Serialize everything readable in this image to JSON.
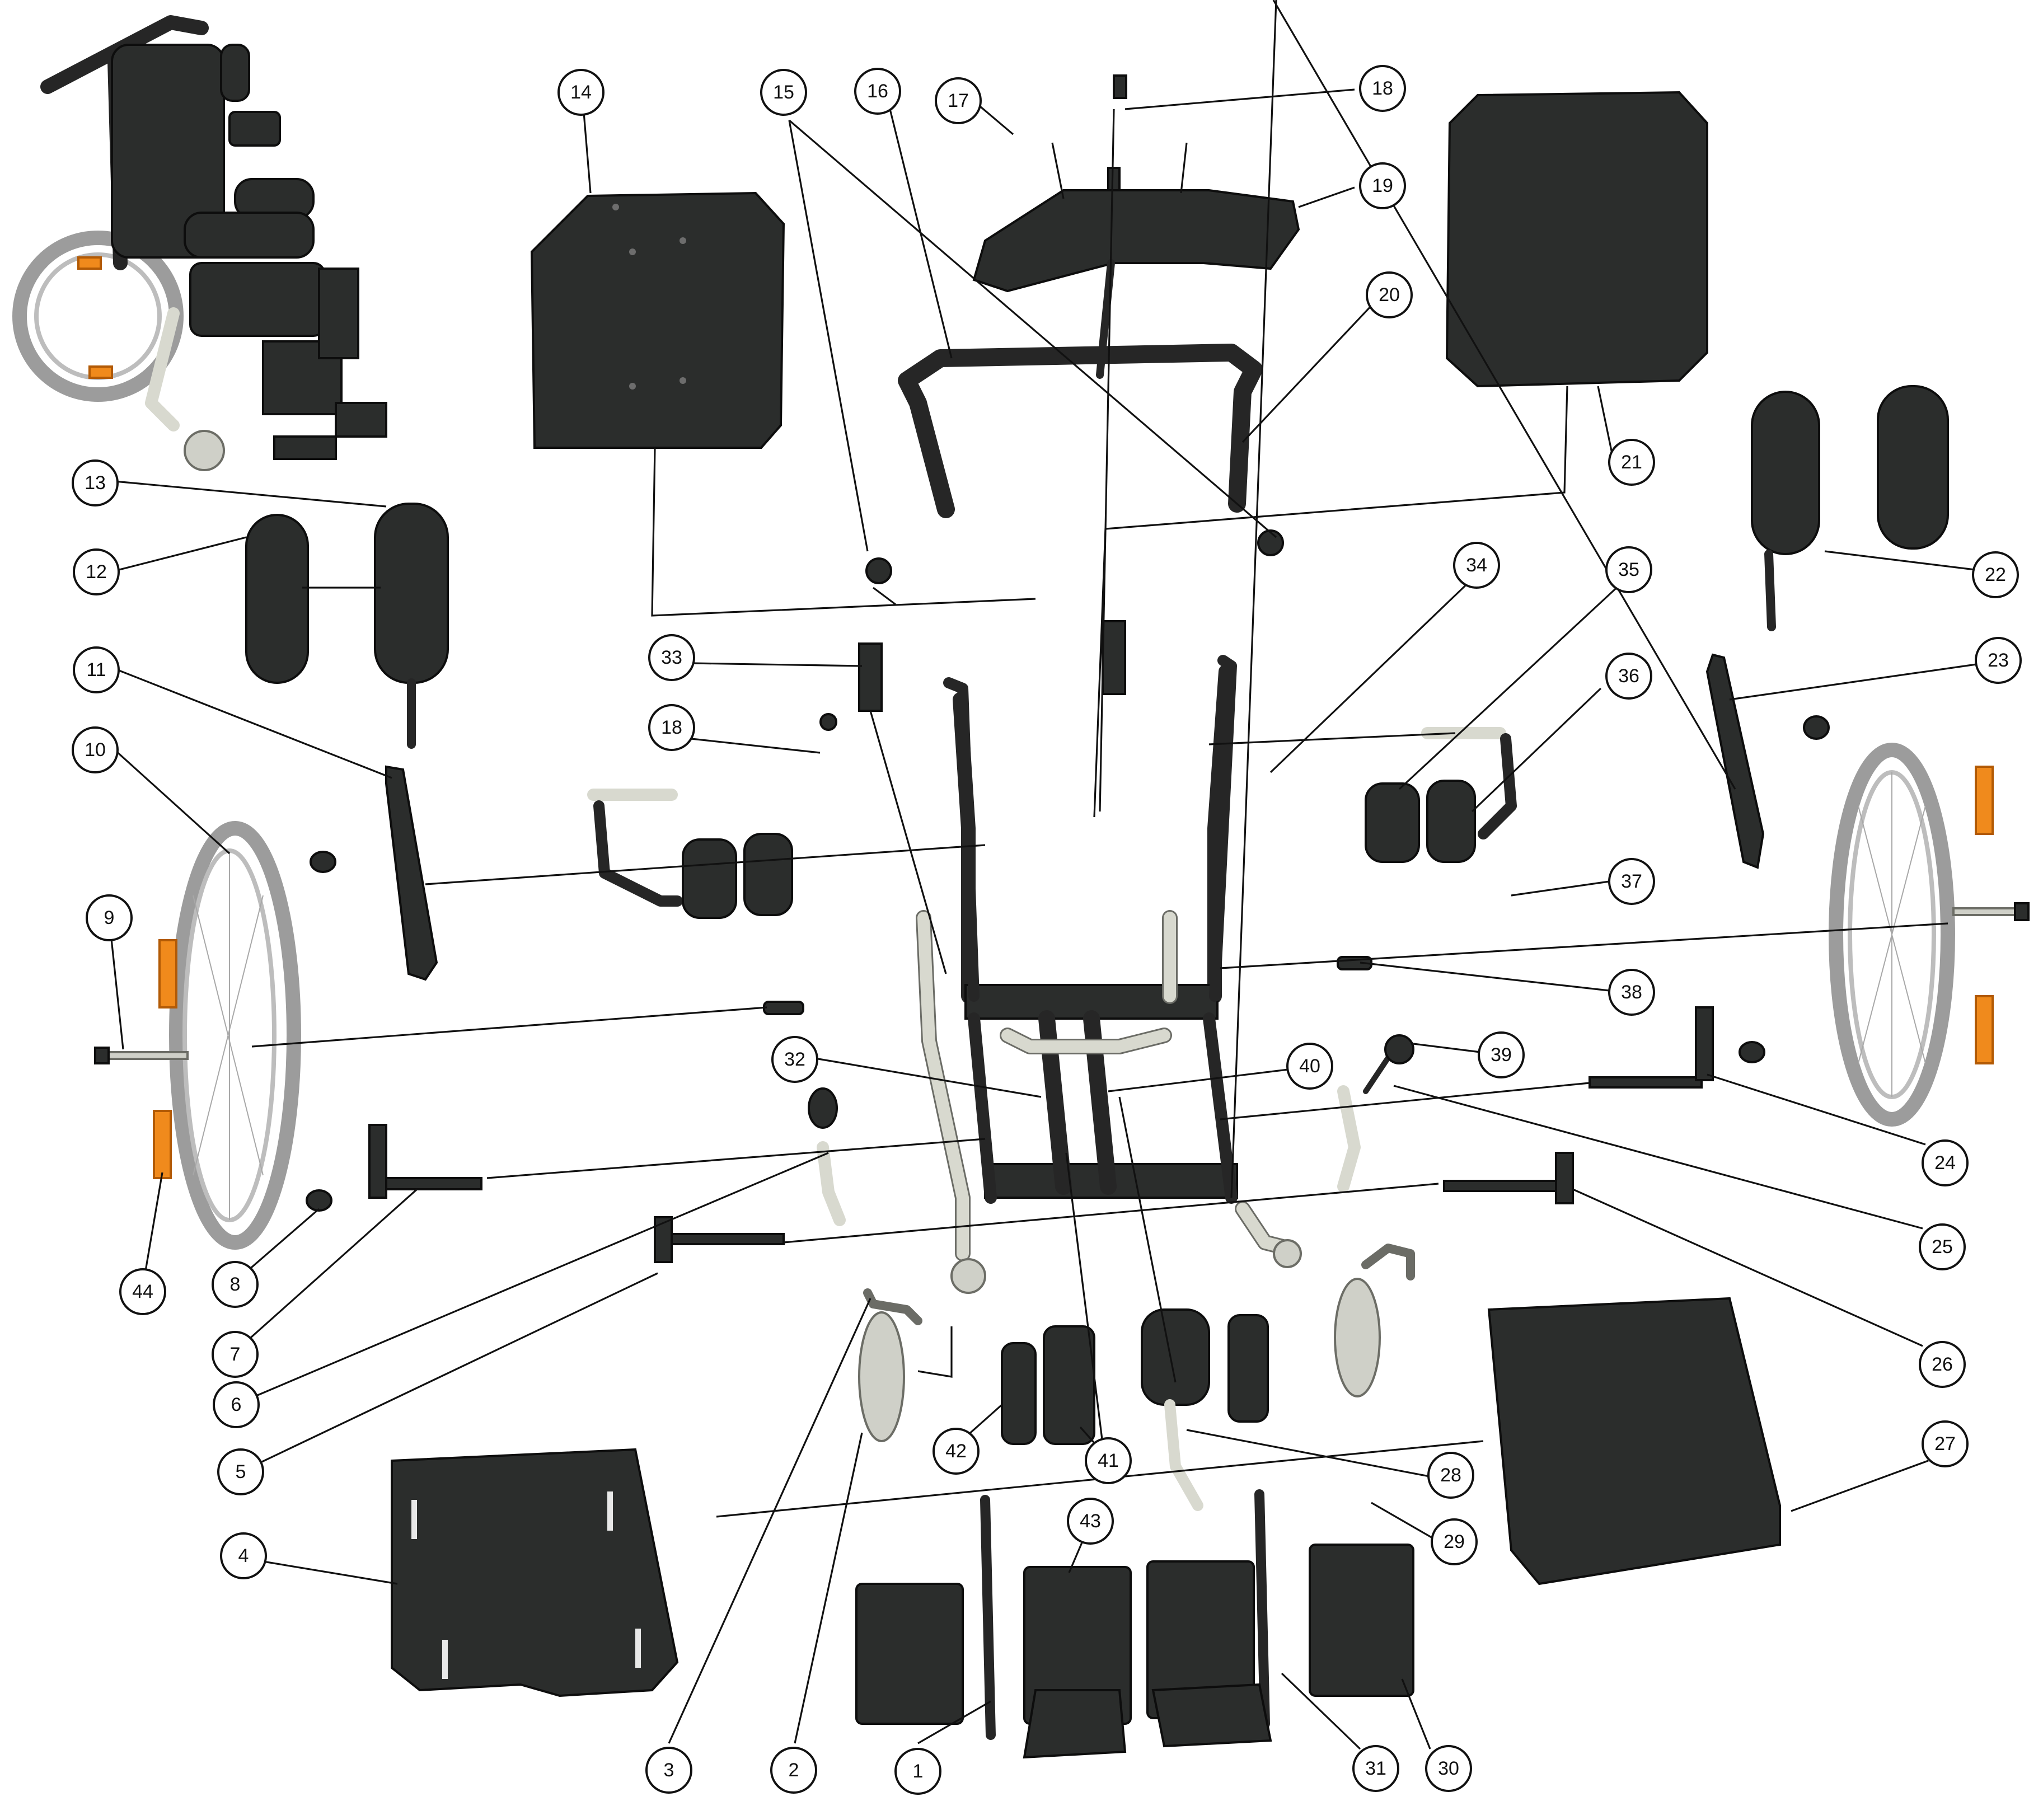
{
  "diagram": {
    "callouts": [
      "1",
      "2",
      "3",
      "4",
      "5",
      "6",
      "7",
      "8",
      "9",
      "10",
      "11",
      "12",
      "13",
      "14",
      "15",
      "16",
      "17",
      "18",
      "19",
      "20",
      "21",
      "22",
      "23",
      "24",
      "25",
      "26",
      "27",
      "28",
      "29",
      "30",
      "31",
      "32",
      "33",
      "34",
      "35",
      "36",
      "37",
      "38",
      "39",
      "40",
      "41",
      "42",
      "43",
      "44"
    ],
    "callout_18_second": "18"
  },
  "colors": {
    "part": "#2b2d2c",
    "frame_light": "#cfd0c8",
    "reflector": "#f08a1c",
    "tire": "#9c9c9c",
    "line": "#111111"
  }
}
